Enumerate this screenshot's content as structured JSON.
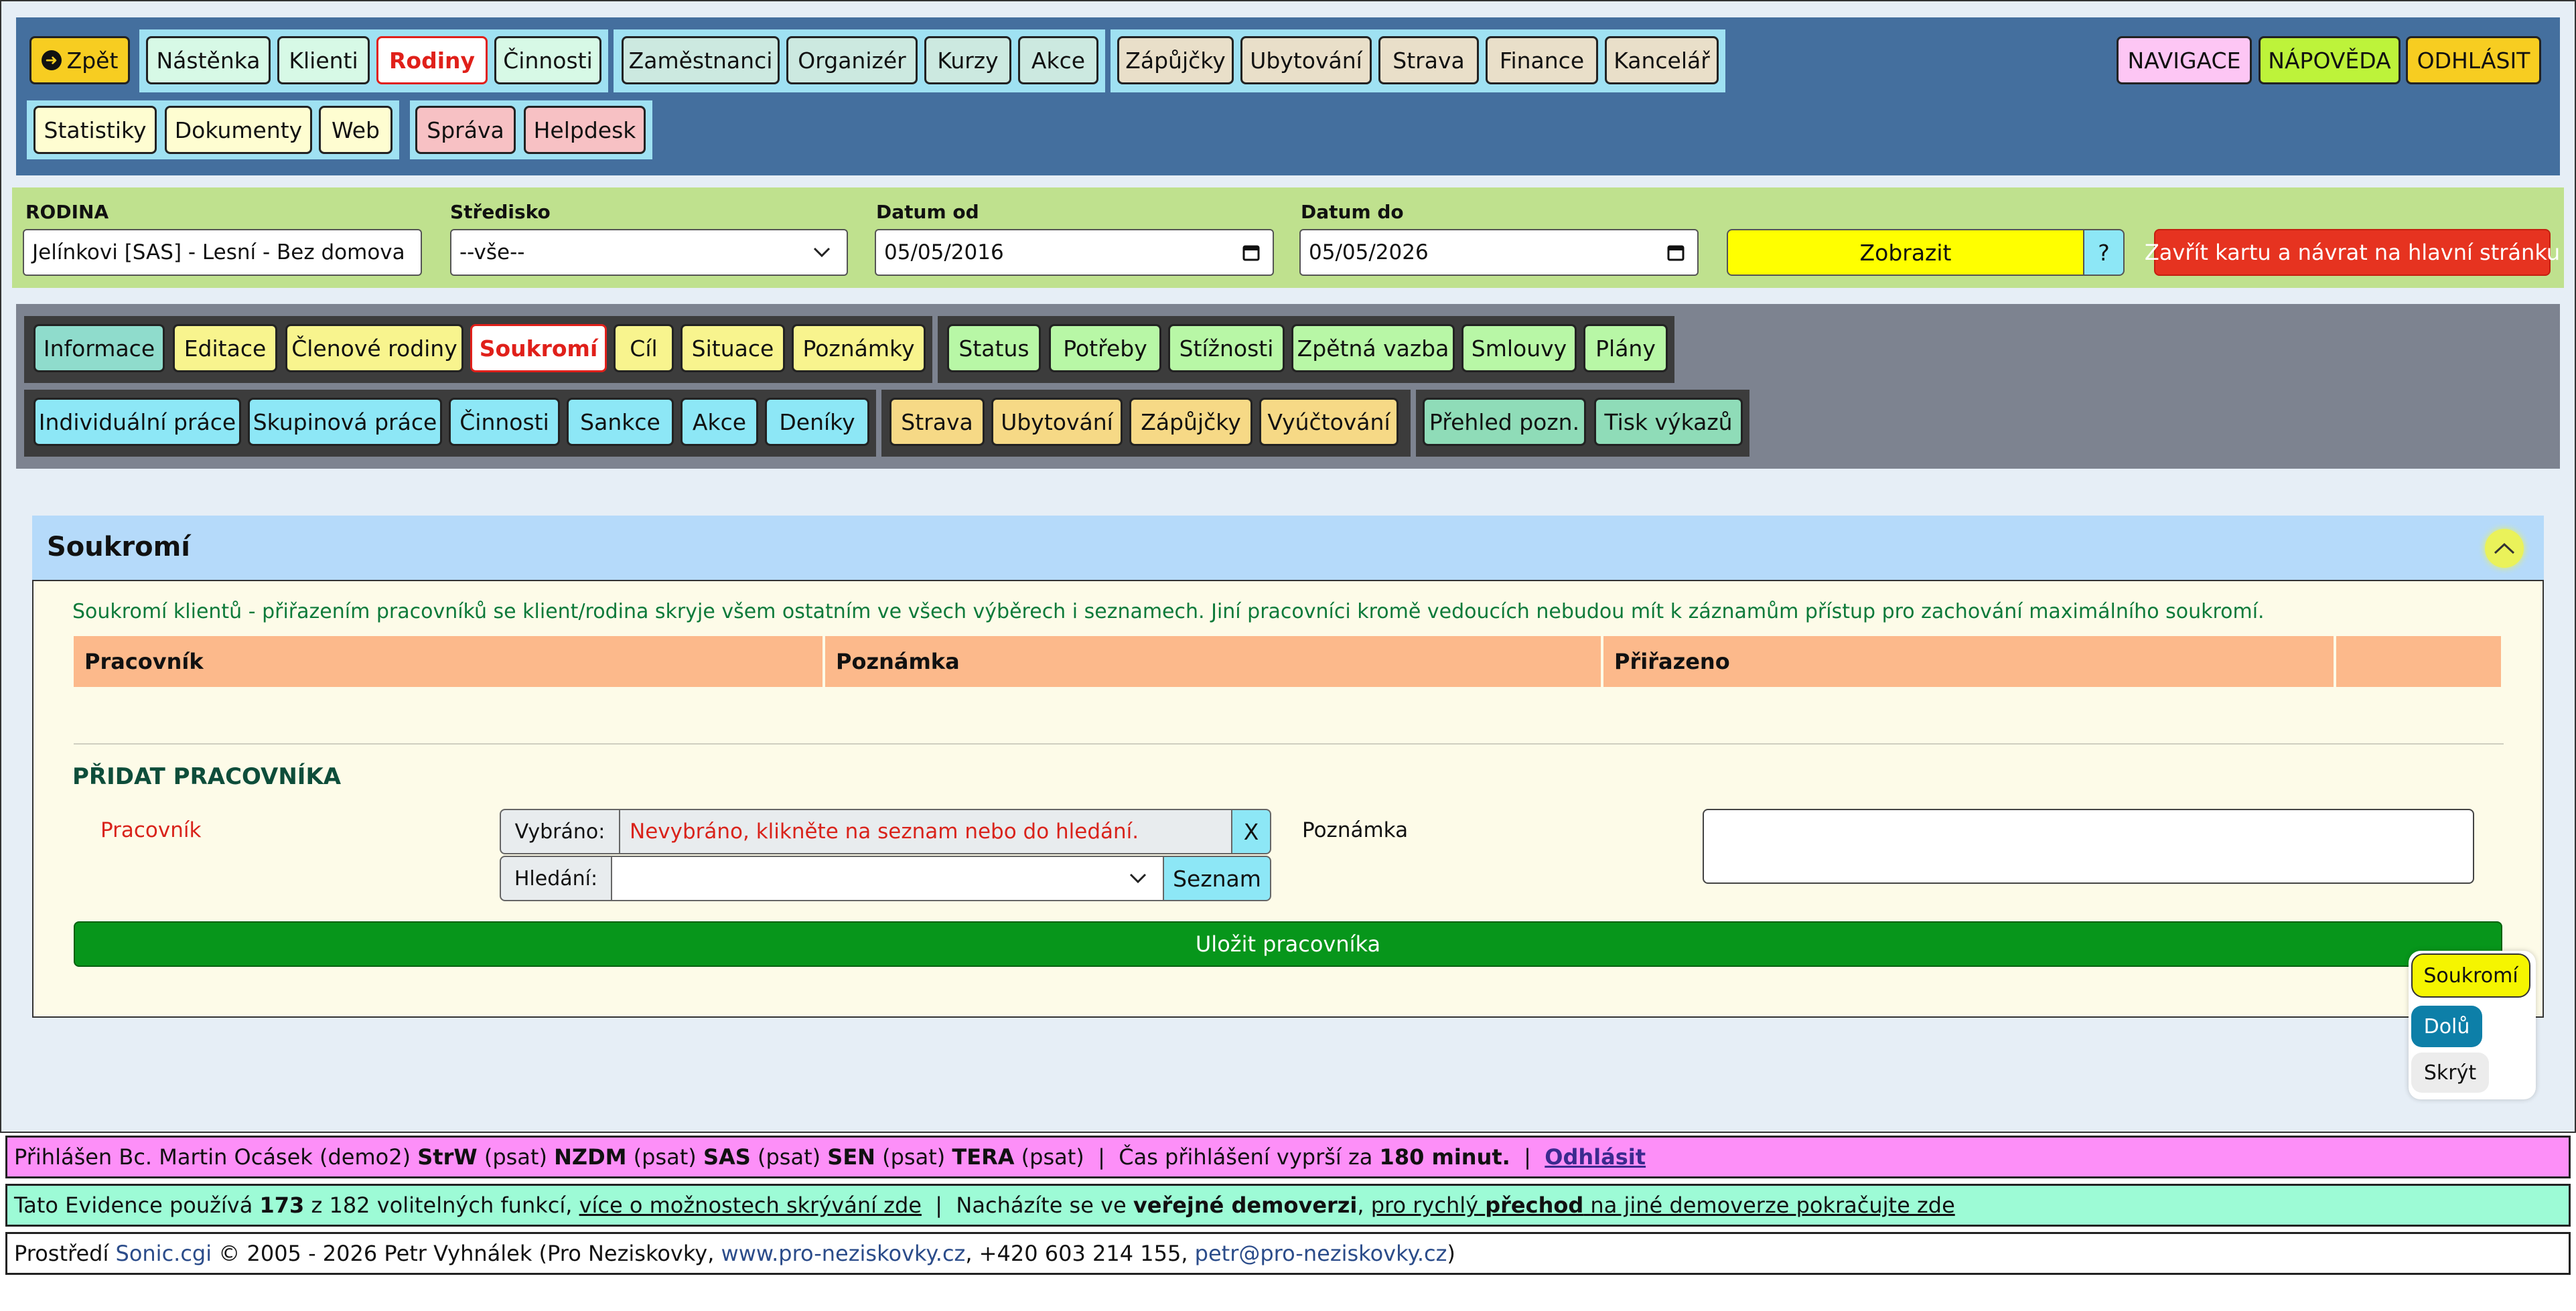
{
  "top_nav": {
    "back_label": "Zpět",
    "group1": [
      "Nástěnka",
      "Klienti",
      "Rodiny",
      "Činnosti"
    ],
    "group2": [
      "Zaměstnanci",
      "Organizér",
      "Kurzy",
      "Akce"
    ],
    "group3": [
      "Zápůjčky",
      "Ubytování",
      "Strava",
      "Finance",
      "Kancelář"
    ],
    "right": [
      "NAVIGACE",
      "NÁPOVĚDA",
      "ODHLÁSIT"
    ],
    "row2_group1": [
      "Statistiky",
      "Dokumenty",
      "Web"
    ],
    "row2_group2": [
      "Správa",
      "Helpdesk"
    ]
  },
  "filter": {
    "family_label": "RODINA",
    "family_value": "Jelínkovi [SAS] - Lesní - Bez domova",
    "center_label": "Středisko",
    "center_value": "--vše--",
    "date_from_label": "Datum od",
    "date_from_value": "05/05/2016",
    "date_to_label": "Datum do",
    "date_to_value": "05/05/2026",
    "show_button": "Zobrazit",
    "help_button": "?",
    "close_button": "Zavřít kartu a návrat na hlavní stránku"
  },
  "tabs": {
    "row1_group1": [
      "Informace",
      "Editace",
      "Členové rodiny",
      "Soukromí",
      "Cíl",
      "Situace",
      "Poznámky"
    ],
    "row1_group2": [
      "Status",
      "Potřeby",
      "Stížnosti",
      "Zpětná vazba",
      "Smlouvy",
      "Plány"
    ],
    "row2_group1": [
      "Individuální práce",
      "Skupinová práce",
      "Činnosti",
      "Sankce",
      "Akce",
      "Deníky"
    ],
    "row2_group2": [
      "Strava",
      "Ubytování",
      "Zápůjčky",
      "Vyúčtování"
    ],
    "row2_group3": [
      "Přehled pozn.",
      "Tisk výkazů"
    ]
  },
  "section": {
    "title": "Soukromí",
    "description": "Soukromí klientů - přiřazením pracovníků se klient/rodina skryje všem ostatním ve všech výběrech i seznamech. Jiní pracovníci kromě vedoucích nebudou mít k záznamům přístup pro zachování maximálního soukromí.",
    "table_headers": [
      "Pracovník",
      "Poznámka",
      "Přiřazeno",
      ""
    ],
    "add_title": "PŘIDAT PRACOVNÍKA",
    "worker_label": "Pracovník",
    "selected_label": "Vybráno:",
    "selected_value": "Nevybráno, klikněte na seznam nebo do hledání.",
    "clear_button": "X",
    "search_label": "Hledání:",
    "search_value": "",
    "list_button": "Seznam",
    "note_label": "Poznámka",
    "save_button": "Uložit pracovníka"
  },
  "float_menu": {
    "items": [
      "Soukromí",
      "Dolů",
      "Skrýt"
    ]
  },
  "footer": {
    "login_prefix": "Přihlášen Bc. Martin Ocásek (demo2)",
    "roles": [
      {
        "code": "StrW",
        "mode": "(psat)"
      },
      {
        "code": "NZDM",
        "mode": "(psat)"
      },
      {
        "code": "SAS",
        "mode": "(psat)"
      },
      {
        "code": "SEN",
        "mode": "(psat)"
      },
      {
        "code": "TERA",
        "mode": "(psat)"
      }
    ],
    "separator": "|",
    "timeout_prefix": "Čas přihlášení vyprší za",
    "timeout_value": "180 minut.",
    "logout_link": "Odhlásit",
    "features_prefix": "Tato Evidence používá",
    "features_used": "173",
    "features_rest": "z 182 volitelných funkcí,",
    "features_link": "více o možnostech skrývání zde",
    "demo_prefix": "Nacházíte se ve",
    "demo_bold": "veřejné demoverzi",
    "demo_sep": ",",
    "demo_link_a": "pro rychlý",
    "demo_link_b": "přechod",
    "demo_link_c": "na jiné demoverze pokračujte zde",
    "env_prefix": "Prostředí",
    "env_link": "Sonic.cgi",
    "env_copy": "© 2005 - 2026 Petr Vyhnálek (Pro Neziskovky,",
    "env_web": "www.pro-neziskovky.cz",
    "env_phone": ", +420 603 214 155,",
    "env_mail": "petr@pro-neziskovky.cz",
    "env_end": ")"
  },
  "colors": {
    "topbar": "#446f9e",
    "filter_bar": "#bfe18e",
    "tabs_bar": "#7d8390",
    "active_red": "#e0201a",
    "save_green": "#07961b",
    "header_orange": "#fcb98b"
  }
}
